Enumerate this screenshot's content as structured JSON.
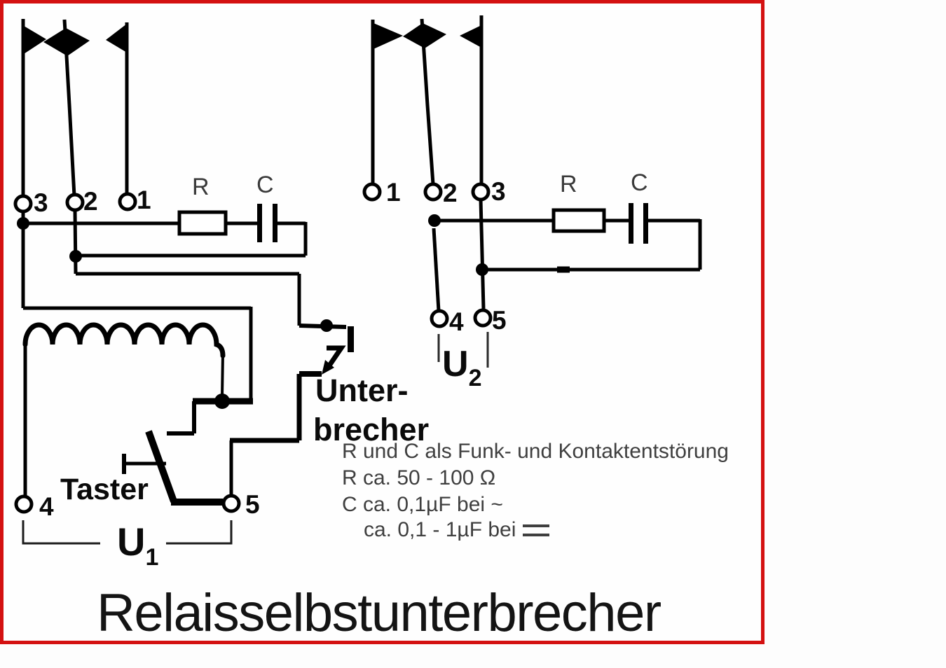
{
  "title": "Relaisselbstunterbrecher",
  "left_circuit": {
    "terminal_labels": {
      "top_left": "3",
      "top_middle": "2",
      "top_right": "1",
      "bottom_left": "4",
      "bottom_right": "5"
    },
    "resistor_label": "R",
    "capacitor_label": "C",
    "button_label": "Taster",
    "interrupter_line1": "Unter-",
    "interrupter_line2": "brecher",
    "voltage": {
      "base": "U",
      "sub": "1"
    }
  },
  "right_circuit": {
    "terminal_labels": {
      "top_left": "1",
      "top_middle": "2",
      "top_right": "3",
      "bottom_left": "4",
      "bottom_right": "5"
    },
    "resistor_label": "R",
    "capacitor_label": "C",
    "voltage": {
      "base": "U",
      "sub": "2"
    }
  },
  "notes": {
    "line1": "R und C als Funk- und Kontaktentstörung",
    "line2": "R ca. 50 - 100 Ω",
    "line3": "C ca. 0,1µF bei ~",
    "line4": "ca. 0,1 - 1µF bei"
  },
  "colors": {
    "frame_border": "#d41111",
    "ink": "#000000",
    "note_text": "#3f3f3f",
    "background": "#fefefe"
  }
}
